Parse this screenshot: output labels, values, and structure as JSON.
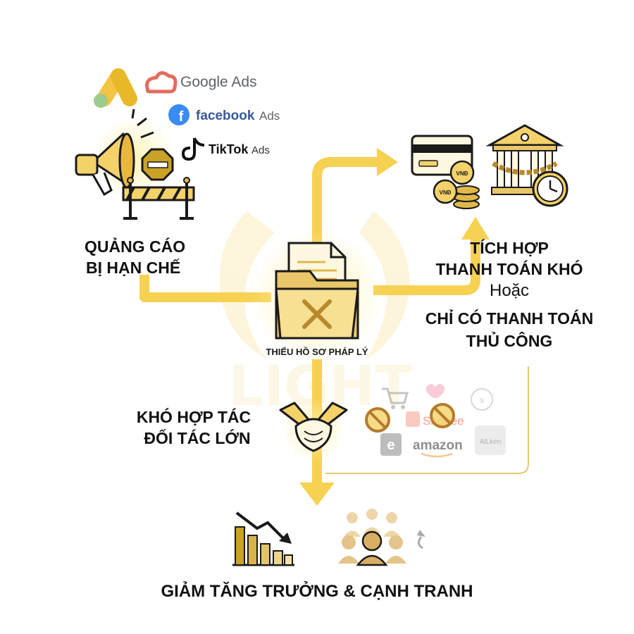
{
  "center": {
    "label": "THIẾU HỒ SƠ PHÁP LÝ"
  },
  "ads": {
    "label_line1": "QUẢNG CÁO",
    "label_line2": "BỊ HẠN CHẾ",
    "google_ads": "Google Ads",
    "facebook": "facebook",
    "facebook_suffix": "Ads",
    "tiktok": "TikTok",
    "tiktok_suffix": "Ads"
  },
  "payment": {
    "line1": "TÍCH HỢP",
    "line2": "THANH TOÁN KHÓ",
    "or": "Hoặc",
    "line3": "CHỈ CÓ THANH TOÁN",
    "line4": "THỦ CÔNG",
    "coin_label": "VNĐ"
  },
  "partners": {
    "line1": "KHÓ HỢP TÁC",
    "line2": "ĐỐI TÁC LỚN",
    "shopee": "Shopee",
    "amazon": "amazon",
    "aliken": "AlLken",
    "ebay": "e"
  },
  "result": {
    "label": "GIẢM TĂNG TRƯỞNG & CẠNH TRANH"
  },
  "watermark": {
    "text": "LIGHT"
  },
  "colors": {
    "gold": "#F2C94C",
    "gold_dark": "#C9A227",
    "ink": "#1a1a1a",
    "red_block": "#C0392B",
    "shopee": "#EE4D2D"
  }
}
